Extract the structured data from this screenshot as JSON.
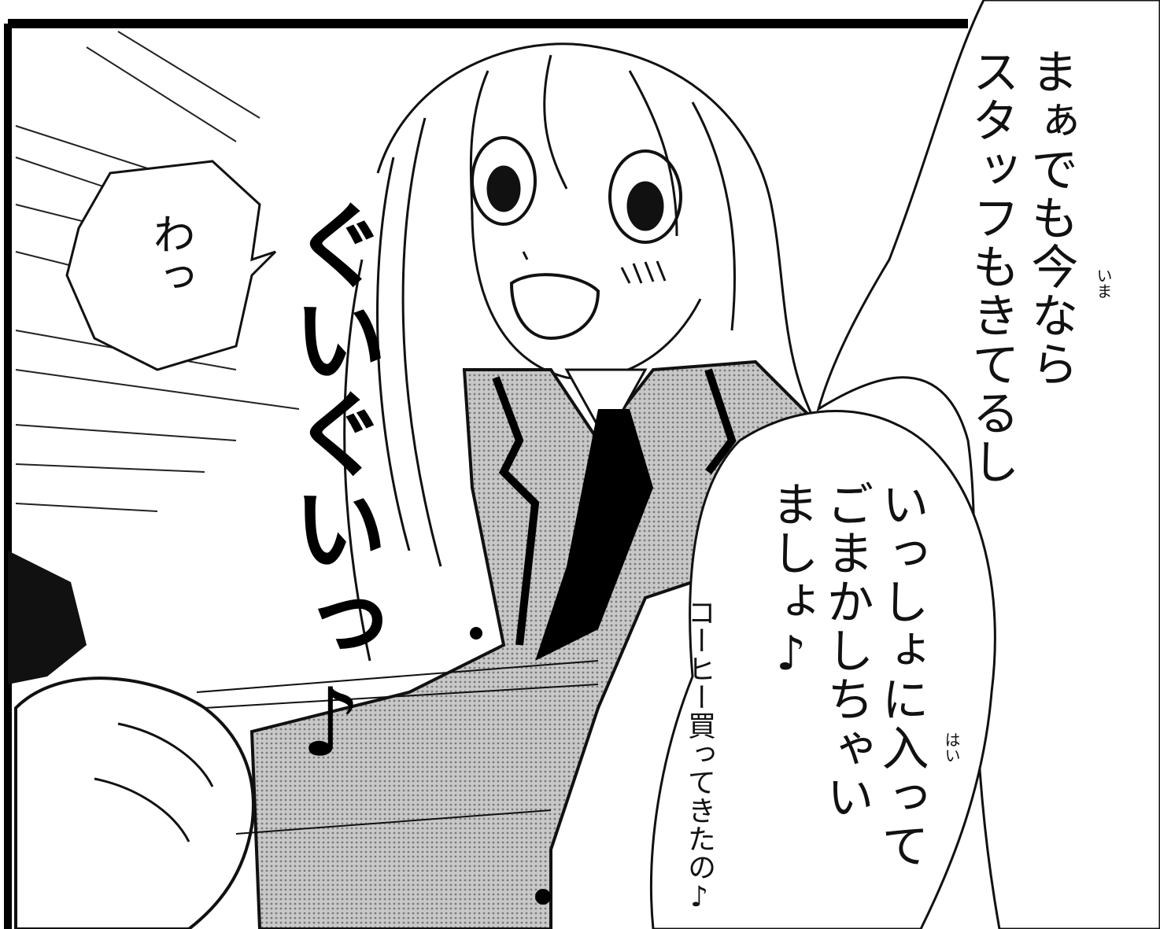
{
  "panel": {
    "speech_main": {
      "line1": "まぁでも今なら",
      "line2": "スタッフもきてるし",
      "ruby_ima": "いま"
    },
    "speech_invite": {
      "line1": "いっしょに入って",
      "line2": "ごまかしちゃい",
      "line3": "ましょ♪",
      "ruby_hai": "はい"
    },
    "speech_small": {
      "text": "わっ"
    },
    "sfx": {
      "text": "ぐいぐいっ♪"
    },
    "handwritten_note": {
      "text": "コーヒー買ってきたの♪"
    }
  }
}
